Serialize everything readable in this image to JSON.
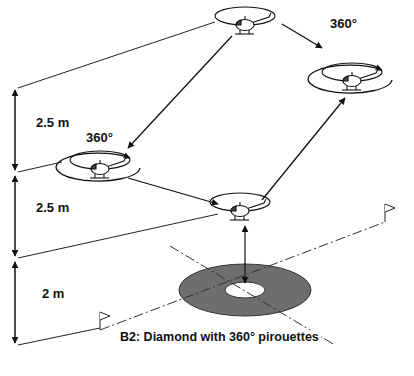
{
  "diagram": {
    "caption": "B2: Diamond with 360° pirouettes",
    "labels": [
      "360°",
      "360°",
      "2.5 m",
      "2.5 m",
      "2 m"
    ]
  }
}
